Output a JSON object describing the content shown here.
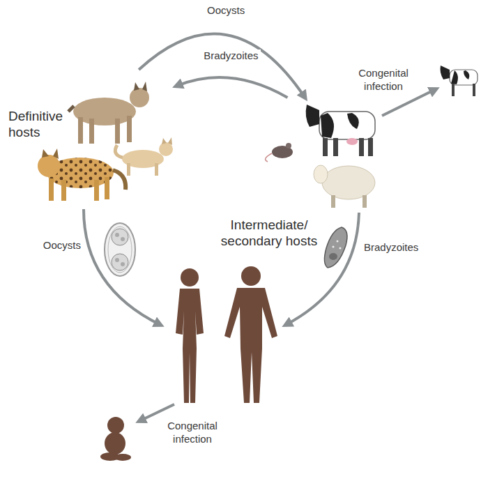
{
  "diagram": {
    "nodes": [
      {
        "text": [
          "Definitive hosts"
        ]
      },
      {
        "text": [
          "Intermediate/ secondary hosts"
        ]
      }
    ],
    "edges": [
      {
        "from": 0,
        "to": 1,
        "label": "Oocysts",
        "arrow": "to"
      },
      {
        "from": 1,
        "to": 0,
        "label": "Bradyzoites",
        "arrow": "to"
      }
    ],
    "labels": [
      "Congenital infection",
      "Oocysts",
      "Bradyzoites",
      "Congenital infection"
    ]
  }
}
